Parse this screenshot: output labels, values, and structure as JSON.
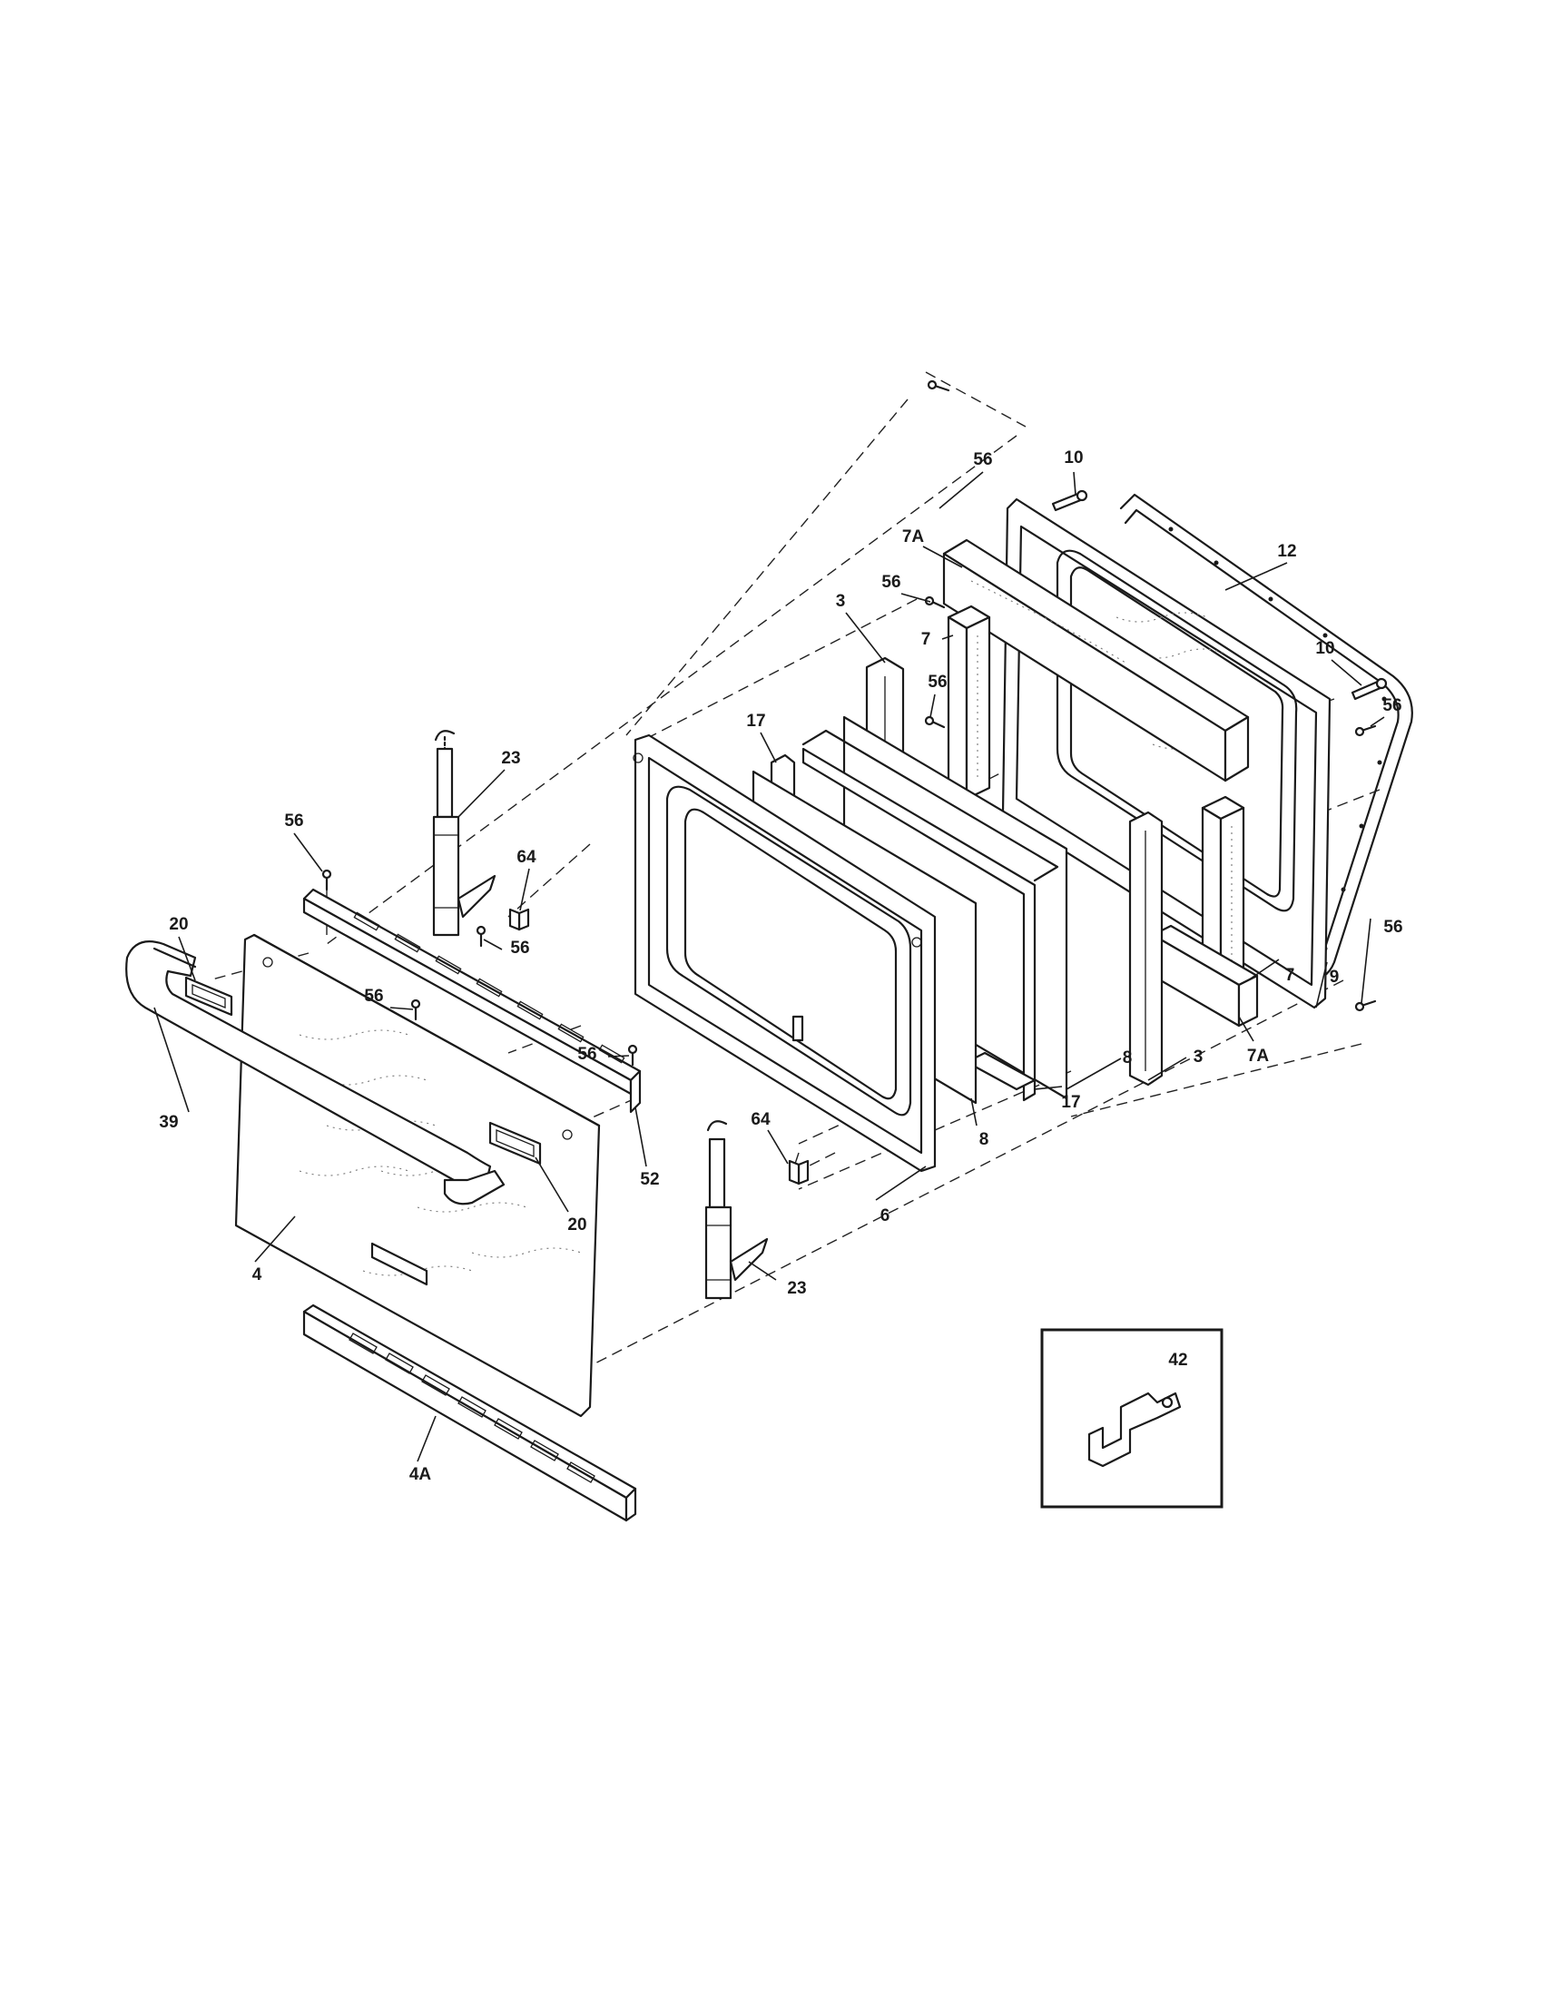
{
  "callouts": {
    "p56_top": "56",
    "p10_top": "10",
    "p7A_top": "7A",
    "p12": "12",
    "p56_b": "56",
    "p3_top": "3",
    "p7_top": "7",
    "p10_right": "10",
    "p56_right_a": "56",
    "p56_c": "56",
    "p17_left": "17",
    "p23_top": "23",
    "p56_hinge": "56",
    "p64_top": "64",
    "p56_right_b": "56",
    "p20_left": "20",
    "p56_vent_a": "56",
    "p56_vent_b": "56",
    "p56_vent_c": "56",
    "p7_right": "7",
    "p9": "9",
    "p7A_bottom": "7A",
    "p3_bottom": "3",
    "p8_a": "8",
    "p17_bottom": "17",
    "p8_b": "8",
    "p39": "39",
    "p52": "52",
    "p64_bottom": "64",
    "p20_right": "20",
    "p6": "6",
    "p4": "4",
    "p23_bottom": "23",
    "p4A": "4A",
    "p42": "42"
  }
}
